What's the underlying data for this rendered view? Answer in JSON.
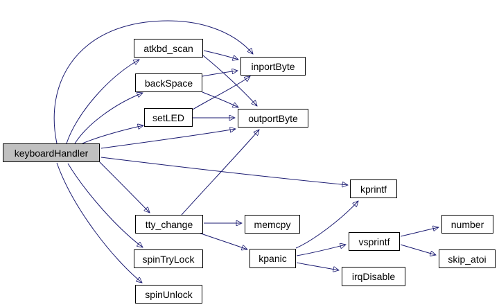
{
  "graph": {
    "kind": "function-call-graph",
    "highlighted_node": "keyboardHandler",
    "colors": {
      "background": "#ffffff",
      "edge": "#191970",
      "node_border": "#000000",
      "node_fill": "#ffffff",
      "highlight_fill": "#c0c0c0",
      "text": "#000000"
    },
    "nodes": [
      {
        "id": "keyboardHandler",
        "label": "keyboardHandler",
        "highlighted": true
      },
      {
        "id": "atkbd_scan",
        "label": "atkbd_scan"
      },
      {
        "id": "backSpace",
        "label": "backSpace"
      },
      {
        "id": "setLED",
        "label": "setLED"
      },
      {
        "id": "inportByte",
        "label": "inportByte"
      },
      {
        "id": "outportByte",
        "label": "outportByte"
      },
      {
        "id": "kprintf",
        "label": "kprintf"
      },
      {
        "id": "tty_change",
        "label": "tty_change"
      },
      {
        "id": "memcpy",
        "label": "memcpy"
      },
      {
        "id": "spinTryLock",
        "label": "spinTryLock"
      },
      {
        "id": "spinUnlock",
        "label": "spinUnlock"
      },
      {
        "id": "kpanic",
        "label": "kpanic"
      },
      {
        "id": "vsprintf",
        "label": "vsprintf"
      },
      {
        "id": "irqDisable",
        "label": "irqDisable"
      },
      {
        "id": "number",
        "label": "number"
      },
      {
        "id": "skip_atoi",
        "label": "skip_atoi"
      }
    ],
    "edges": [
      {
        "from": "keyboardHandler",
        "to": "atkbd_scan"
      },
      {
        "from": "keyboardHandler",
        "to": "backSpace"
      },
      {
        "from": "keyboardHandler",
        "to": "setLED"
      },
      {
        "from": "keyboardHandler",
        "to": "inportByte"
      },
      {
        "from": "keyboardHandler",
        "to": "outportByte"
      },
      {
        "from": "keyboardHandler",
        "to": "kprintf"
      },
      {
        "from": "keyboardHandler",
        "to": "tty_change"
      },
      {
        "from": "keyboardHandler",
        "to": "spinTryLock"
      },
      {
        "from": "keyboardHandler",
        "to": "spinUnlock"
      },
      {
        "from": "atkbd_scan",
        "to": "inportByte"
      },
      {
        "from": "atkbd_scan",
        "to": "outportByte"
      },
      {
        "from": "backSpace",
        "to": "inportByte"
      },
      {
        "from": "backSpace",
        "to": "outportByte"
      },
      {
        "from": "setLED",
        "to": "inportByte"
      },
      {
        "from": "setLED",
        "to": "outportByte"
      },
      {
        "from": "tty_change",
        "to": "outportByte"
      },
      {
        "from": "tty_change",
        "to": "memcpy"
      },
      {
        "from": "tty_change",
        "to": "kpanic"
      },
      {
        "from": "kpanic",
        "to": "kprintf"
      },
      {
        "from": "kpanic",
        "to": "vsprintf"
      },
      {
        "from": "kpanic",
        "to": "irqDisable"
      },
      {
        "from": "vsprintf",
        "to": "number"
      },
      {
        "from": "vsprintf",
        "to": "skip_atoi"
      }
    ]
  }
}
